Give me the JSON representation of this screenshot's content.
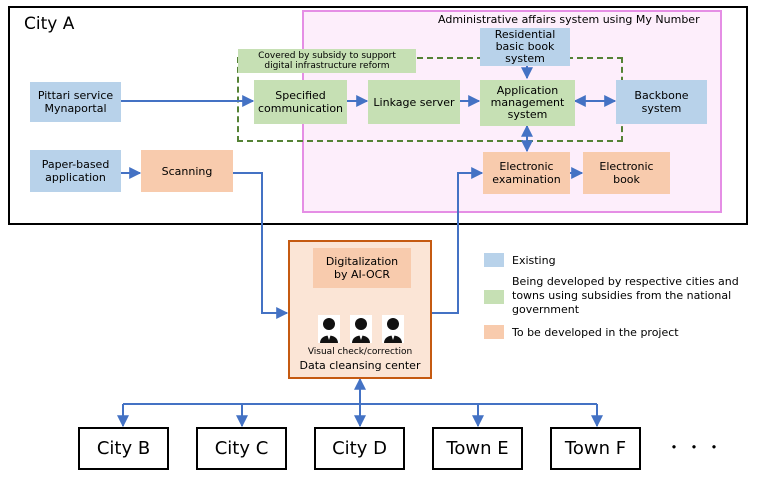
{
  "city_a": {
    "label": "City A"
  },
  "admin_system": {
    "label": "Administrative affairs system using My Number"
  },
  "subsidy_note": {
    "line1": "Covered by subsidy to support",
    "line2": "digital infrastructure reform"
  },
  "nodes": {
    "pittari": {
      "line1": "Pittari service",
      "line2": "Mynaportal"
    },
    "paper": {
      "line1": "Paper-based",
      "line2": "application"
    },
    "scanning": {
      "line1": "Scanning"
    },
    "specified": {
      "line1": "Specified",
      "line2": "communication"
    },
    "linkage": {
      "line1": "Linkage server"
    },
    "residential": {
      "line1": "Residential",
      "line2": "basic book",
      "line3": "system"
    },
    "appmgmt": {
      "line1": "Application",
      "line2": "management",
      "line3": "system"
    },
    "backbone": {
      "line1": "Backbone",
      "line2": "system"
    },
    "exam": {
      "line1": "Electronic",
      "line2": "examination"
    },
    "ebook": {
      "line1": "Electronic",
      "line2": "book"
    }
  },
  "center": {
    "ocr_line1": "Digitalization",
    "ocr_line2": "by AI-OCR",
    "check": "Visual check/correction",
    "name": "Data cleansing center"
  },
  "legend": [
    {
      "label": "Existing",
      "color": "#b8d2ea"
    },
    {
      "label": "Being developed by respective cities and towns using subsidies from the national government",
      "color": "#c6e0b4"
    },
    {
      "label": "To be developed in the project",
      "color": "#f8cbad"
    }
  ],
  "legend_lines": {
    "green_l1": "Being developed by respective cities and",
    "green_l2": "towns using subsidies from the national",
    "green_l3": "government"
  },
  "municipalities": [
    "City B",
    "City C",
    "City D",
    "Town E",
    "Town F"
  ],
  "ellipsis": "・・・",
  "colors": {
    "arrow": "#4472c4",
    "existing": "#b8d2ea",
    "subsidy": "#c6e0b4",
    "project": "#f8cbad",
    "admin_border": "#e58ee5",
    "admin_fill": "#fdeefb",
    "center_border": "#c55a11",
    "dashed_border": "#548235"
  }
}
